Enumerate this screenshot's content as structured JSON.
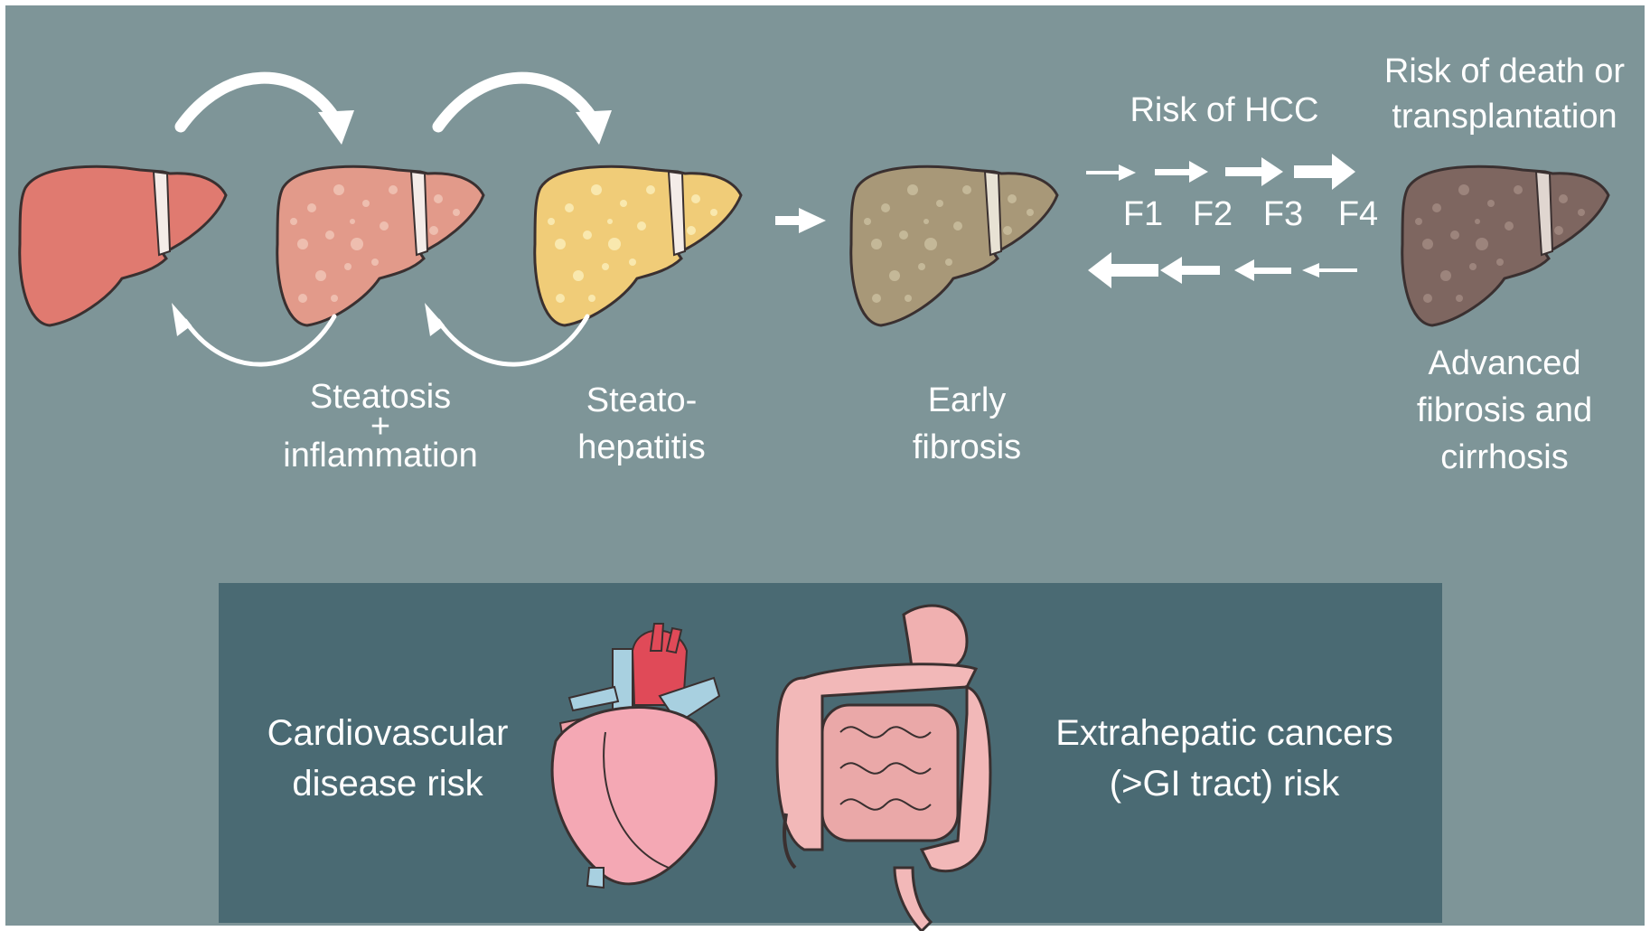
{
  "labels": {
    "steatosis": {
      "line1": "Steatosis",
      "line2": "+",
      "line3": "inflammation"
    },
    "steatohepatitis": {
      "line1": "Steato-",
      "line2": "hepatitis"
    },
    "early_fibrosis": {
      "line1": "Early",
      "line2": "fibrosis"
    },
    "advanced": {
      "line1": "Advanced",
      "line2": "fibrosis and",
      "line3": "cirrhosis"
    },
    "risk_hcc": "Risk of HCC",
    "risk_death": {
      "line1": "Risk of death or",
      "line2": "transplantation"
    },
    "fibrosis_stages": [
      "F1",
      "F2",
      "F3",
      "F4"
    ],
    "cardiovascular": {
      "line1": "Cardiovascular",
      "line2": "disease risk"
    },
    "extrahepatic": {
      "line1": "Extrahepatic cancers",
      "line2": "(>GI tract) risk"
    }
  },
  "colors": {
    "background": "#7e9598",
    "bottom_box": "#4a6a73",
    "liver_healthy": "#e07a70",
    "liver_steatosis": "#e8a090",
    "liver_nash": "#f2d080",
    "liver_early_fibrosis": "#b0a080",
    "liver_cirrhosis": "#8a7068",
    "arrow": "#ffffff"
  },
  "icons": [
    "liver-icon",
    "heart-icon",
    "intestine-icon",
    "arrow-icon"
  ]
}
